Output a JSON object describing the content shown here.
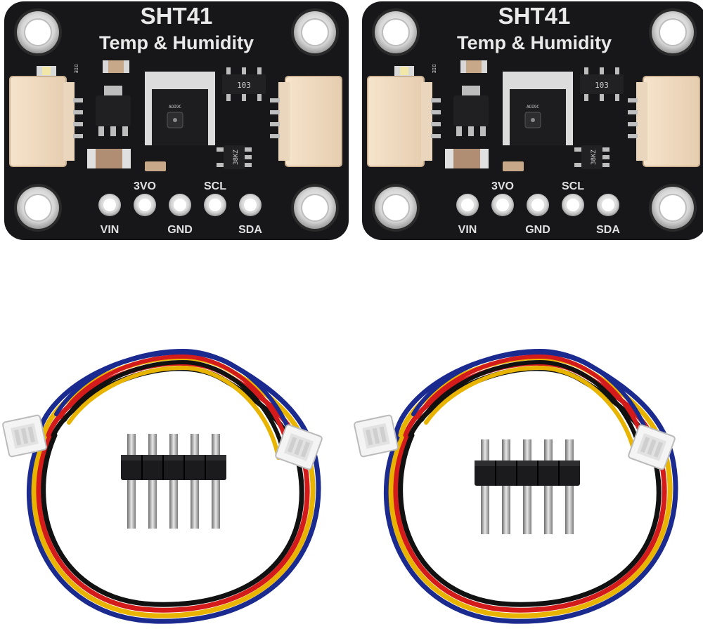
{
  "boards": [
    {
      "title": "SHT41",
      "subtitle": "Temp & Humidity",
      "pins_top": [
        "3VO",
        "SCL"
      ],
      "pins_bottom": [
        "VIN",
        "GND",
        "SDA"
      ],
      "chip_codes": [
        "103",
        "38KZ"
      ],
      "small_marks": [
        "DIE",
        "AOI9C"
      ]
    },
    {
      "title": "SHT41",
      "subtitle": "Temp & Humidity",
      "pins_top": [
        "3VO",
        "SCL"
      ],
      "pins_bottom": [
        "VIN",
        "GND",
        "SDA"
      ],
      "chip_codes": [
        "103",
        "38KZ"
      ],
      "small_marks": [
        "DIE",
        "AOI9C"
      ]
    }
  ],
  "cable_wire_colors": [
    "#1b2a8f",
    "#e8b400",
    "#d31b1b",
    "#111111"
  ],
  "colors": {
    "pcb": "#17171a",
    "silkscreen": "#e9e9e9",
    "pad": "#d8d8d8",
    "connector": "#efd9be"
  }
}
